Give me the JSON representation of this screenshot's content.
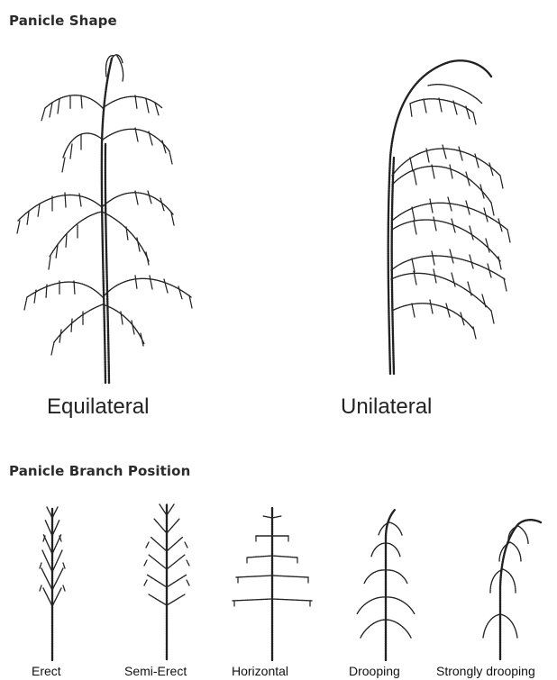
{
  "headings": {
    "panicle_shape": "Panicle Shape",
    "panicle_branch_position": "Panicle Branch Position"
  },
  "shape_types": {
    "equilateral": "Equilateral",
    "unilateral": "Unilateral"
  },
  "branch_positions": {
    "erect": "Erect",
    "semi_erect": "Semi-Erect",
    "horizontal": "Horizontal",
    "drooping": "Drooping",
    "strongly_drooping": "Strongly drooping"
  }
}
